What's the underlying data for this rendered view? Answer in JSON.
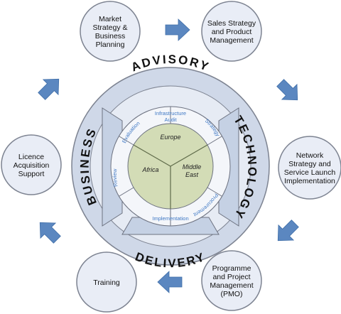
{
  "process_nodes": [
    {
      "id": "market",
      "lines": [
        "Market",
        "Strategy &",
        "Business",
        "Planning"
      ]
    },
    {
      "id": "sales",
      "lines": [
        "Sales Strategy",
        "and Product",
        "Management"
      ]
    },
    {
      "id": "network",
      "lines": [
        "Network",
        "Strategy and",
        "Service Launch",
        "Implementation"
      ]
    },
    {
      "id": "pmo",
      "lines": [
        "Programme",
        "and Project",
        "Management",
        "(PMO)"
      ]
    },
    {
      "id": "training",
      "lines": [
        "Training"
      ]
    },
    {
      "id": "licence",
      "lines": [
        "Licence",
        "Acquisition",
        "Support"
      ]
    }
  ],
  "ring_labels": {
    "top": "ADVISORY",
    "right": "TECHNOLOGY",
    "bottom": "DELIVERY",
    "left": "BUSINESS"
  },
  "inner_ring": {
    "infrastructure_audit": [
      "Infrastructure",
      "Audit"
    ],
    "strategy": "Strategy",
    "procurement": "Procurement",
    "implementation": "Implementation",
    "review": "Review",
    "evaluation": "Evaluation"
  },
  "regions": {
    "europe": "Europe",
    "africa": "Africa",
    "middle_east": [
      "Middle",
      "East"
    ]
  },
  "colors": {
    "node_fill": "#e9edf6",
    "node_stroke": "#7d8391",
    "outer_ring": "#cfd8e8",
    "band": "#b9c8df",
    "arrow": "#5b87c0",
    "center": "#d3dcb6",
    "text_blue": "#3f78c4"
  }
}
